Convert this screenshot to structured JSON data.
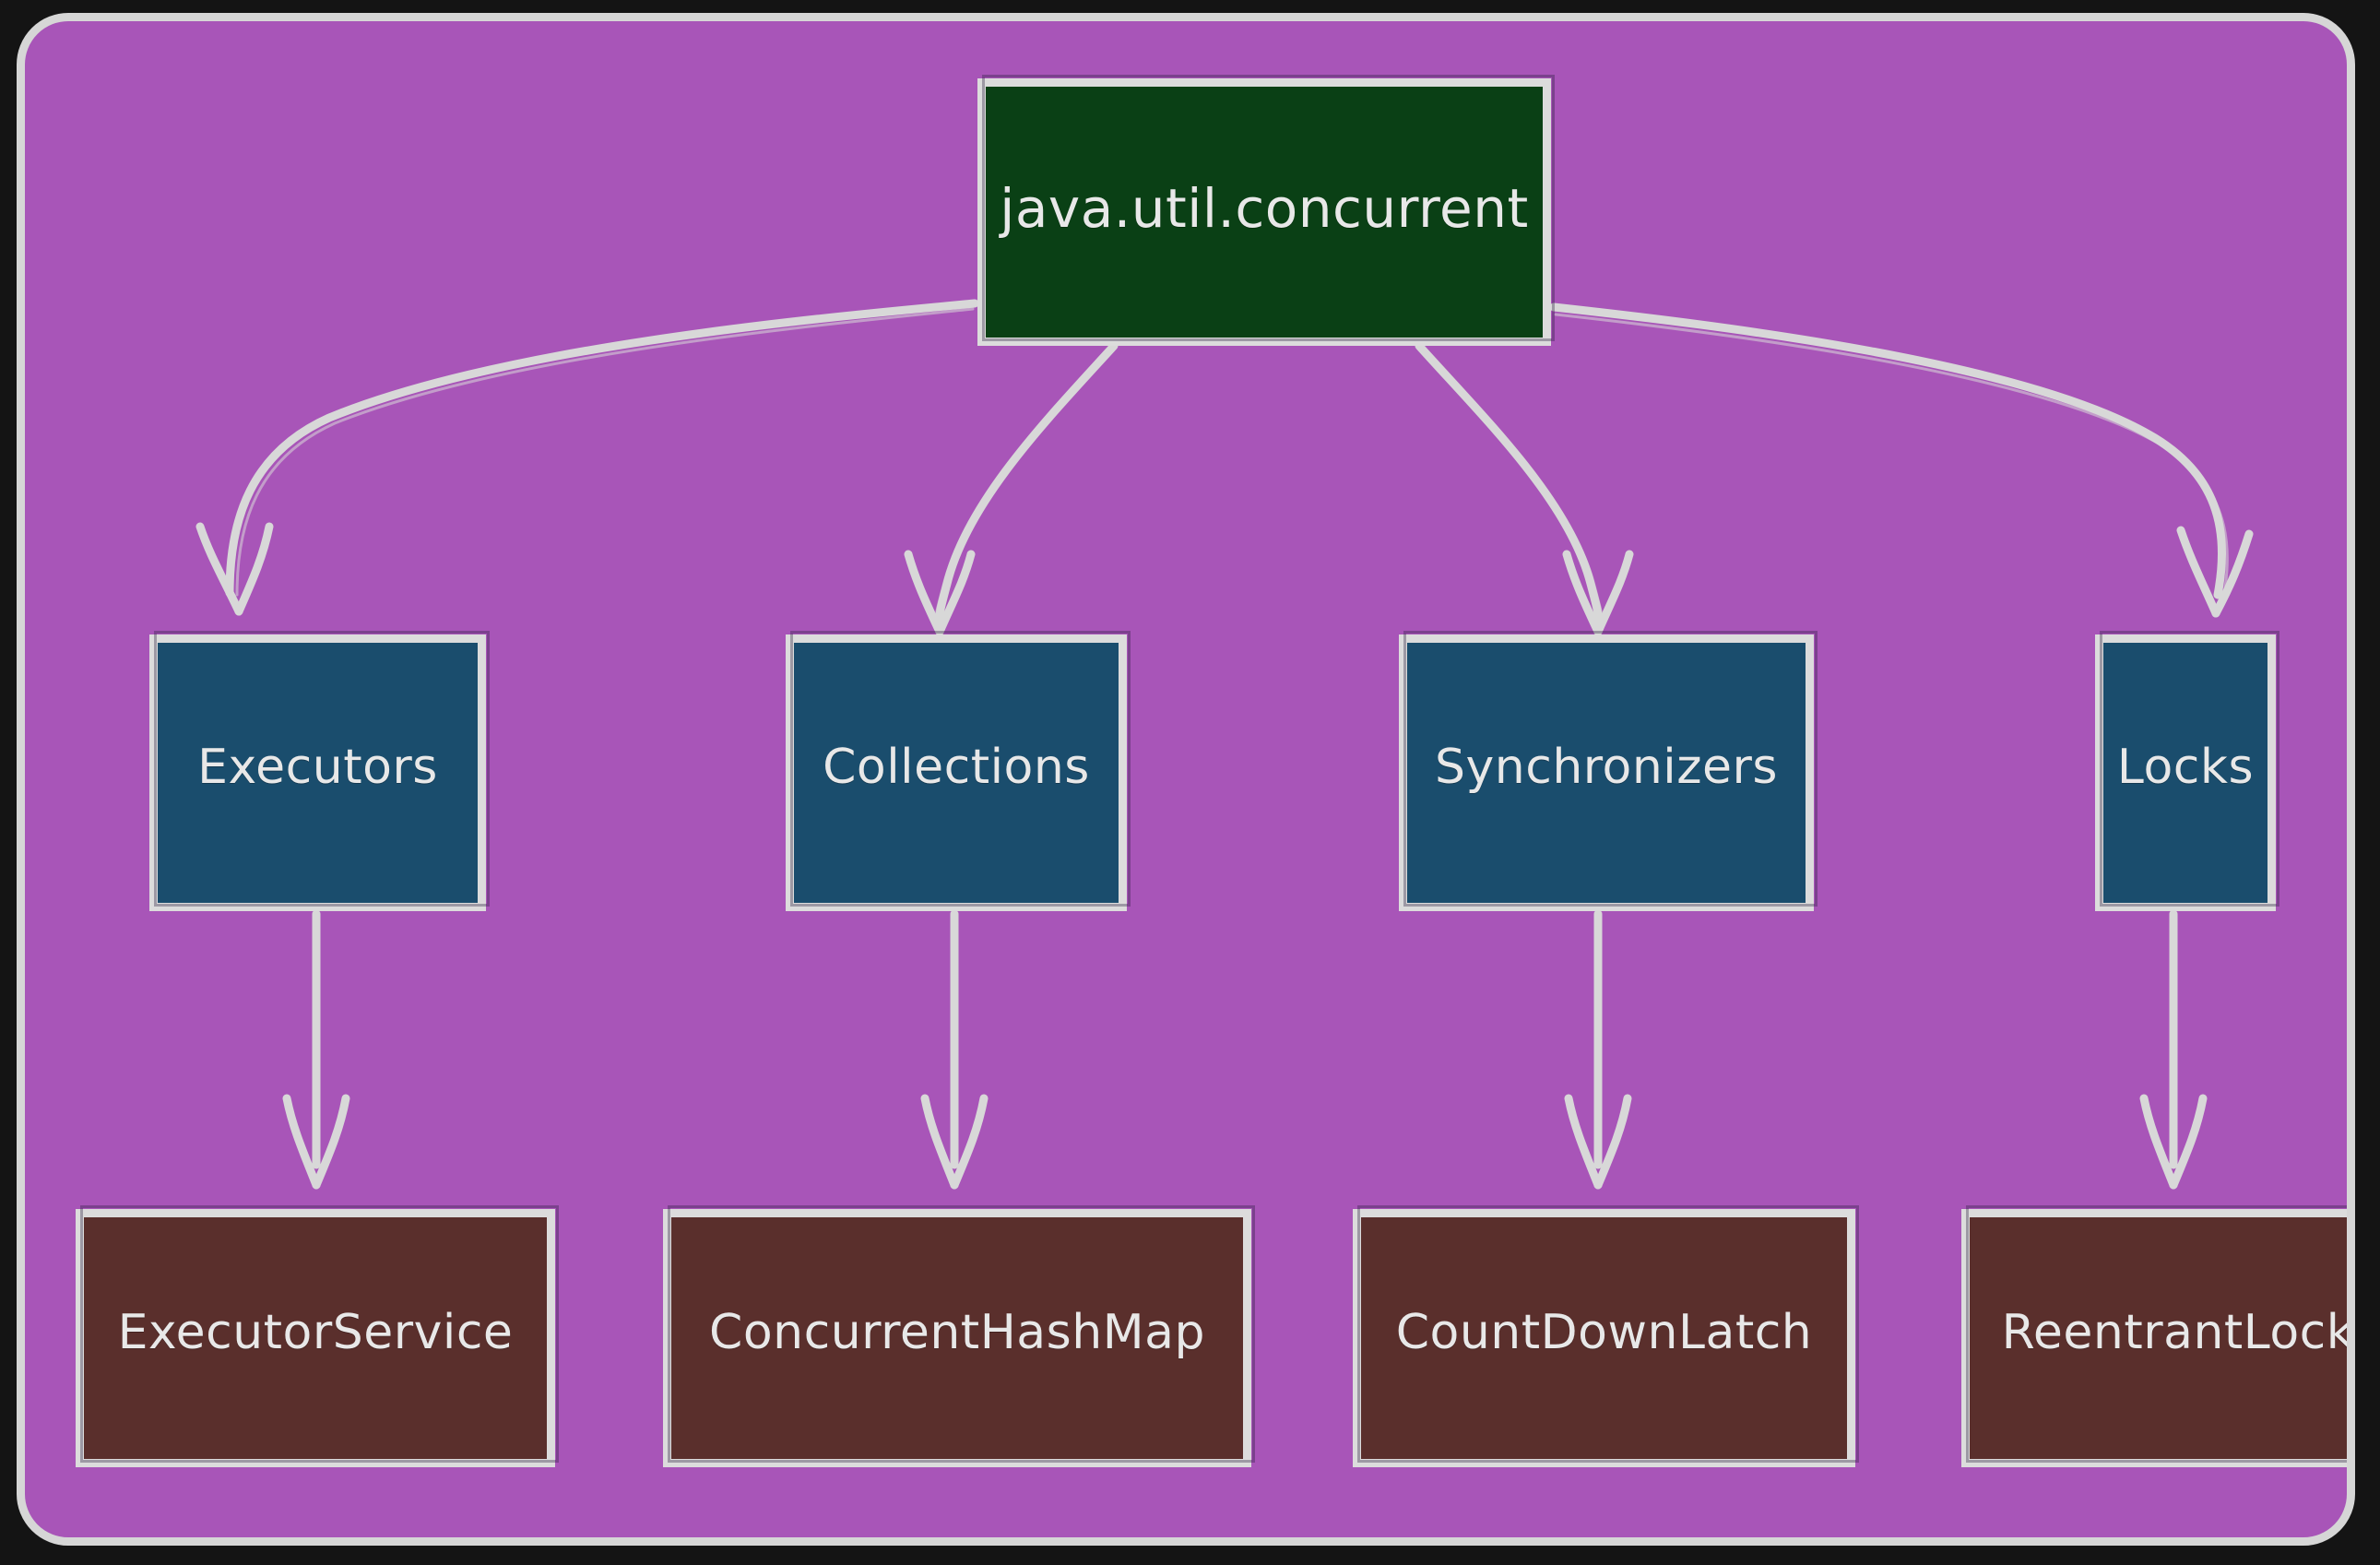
{
  "diagram": {
    "type": "tree",
    "title": "java.util.concurrent",
    "background_color": "#141414",
    "panel_color": "#a855b8",
    "panel_border_color": "#d6d6d6",
    "edge_color": "#d8d8d8",
    "style": "hand-drawn"
  },
  "root": {
    "label": "java.util.concurrent",
    "fill": "#0a4015",
    "text_color": "#e8e8e8"
  },
  "categories": [
    {
      "label": "Executors",
      "fill": "#1a4d6d",
      "text_color": "#e8e8e8"
    },
    {
      "label": "Collections",
      "fill": "#1a4d6d",
      "text_color": "#e8e8e8"
    },
    {
      "label": "Synchronizers",
      "fill": "#1a4d6d",
      "text_color": "#e8e8e8"
    },
    {
      "label": "Locks",
      "fill": "#1a4d6d",
      "text_color": "#e8e8e8"
    }
  ],
  "classes": [
    {
      "label": "ExecutorService",
      "fill": "#5a2f2c",
      "text_color": "#e8e8e8"
    },
    {
      "label": "ConcurrentHashMap",
      "fill": "#5a2f2c",
      "text_color": "#e8e8e8"
    },
    {
      "label": "CountDownLatch",
      "fill": "#5a2f2c",
      "text_color": "#e8e8e8"
    },
    {
      "label": "ReentrantLock",
      "fill": "#5a2f2c",
      "text_color": "#e8e8e8"
    }
  ],
  "edges": [
    {
      "from": "java.util.concurrent",
      "to": "Executors"
    },
    {
      "from": "java.util.concurrent",
      "to": "Collections"
    },
    {
      "from": "java.util.concurrent",
      "to": "Synchronizers"
    },
    {
      "from": "java.util.concurrent",
      "to": "Locks"
    },
    {
      "from": "Executors",
      "to": "ExecutorService"
    },
    {
      "from": "Collections",
      "to": "ConcurrentHashMap"
    },
    {
      "from": "Synchronizers",
      "to": "CountDownLatch"
    },
    {
      "from": "Locks",
      "to": "ReentrantLock"
    }
  ]
}
